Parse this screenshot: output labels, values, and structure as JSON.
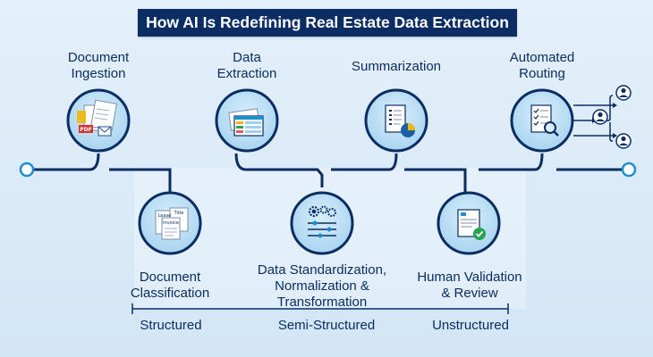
{
  "title": "How AI Is Redefining Real Estate Data Extraction",
  "steps": [
    {
      "lines": [
        "Document",
        "Ingestion"
      ]
    },
    {
      "lines": [
        "Document",
        "Classification"
      ]
    },
    {
      "lines": [
        "Data",
        "Extraction"
      ]
    },
    {
      "lines": [
        "Data Standardization,",
        "Normalization &",
        "Transformation"
      ]
    },
    {
      "lines": [
        "Summarization"
      ]
    },
    {
      "lines": [
        "Human Validation",
        "& Review"
      ]
    },
    {
      "lines": [
        "Automated",
        "Routing"
      ]
    }
  ],
  "doc_tags": {
    "pdf": "PDF",
    "lease": "Lease",
    "title": "Title",
    "invoice": "Invoice"
  },
  "data_types": [
    "Structured",
    "Semi-Structured",
    "Unstructured"
  ],
  "colors": {
    "navy": "#0b2d63",
    "accent": "#1d8fd0",
    "circle_fill": "#bfe0f5",
    "check": "#27a354"
  },
  "icons": [
    "pdf-mail-documents-icon",
    "classified-documents-icon",
    "data-table-icon",
    "gears-sliders-icon",
    "report-pie-chart-icon",
    "document-checkmark-icon",
    "checklist-magnifier-icon",
    "user-routing-icon"
  ]
}
